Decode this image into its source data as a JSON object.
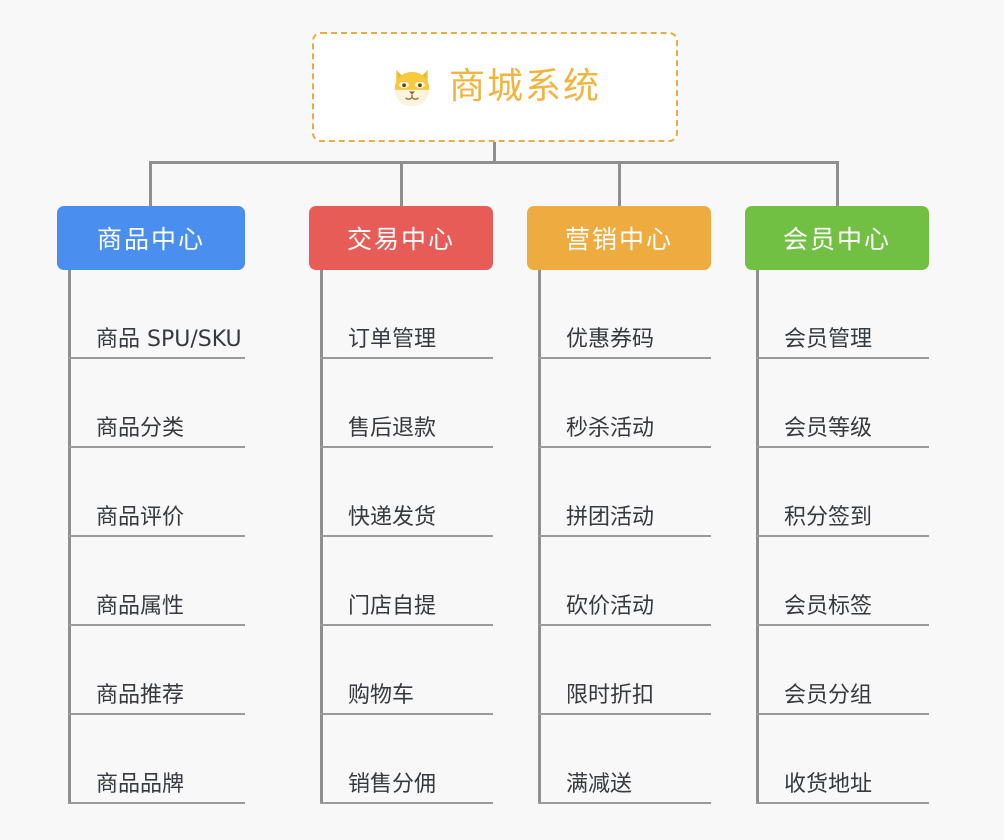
{
  "canvas": {
    "background": "#f8f8f8",
    "connector_color": "#8f8f8f"
  },
  "root": {
    "title": "商城系统",
    "icon": "shiba-dog-face-icon",
    "border_color": "#edaa3f",
    "text_color": "#f0b43f",
    "background": "#ffffff"
  },
  "branches": [
    {
      "label": "商品中心",
      "color": "#4a8ef0",
      "items": [
        "商品 SPU/SKU",
        "商品分类",
        "商品评价",
        "商品属性",
        "商品推荐",
        "商品品牌"
      ]
    },
    {
      "label": "交易中心",
      "color": "#e85c58",
      "items": [
        "订单管理",
        "售后退款",
        "快递发货",
        "门店自提",
        "购物车",
        "销售分佣"
      ]
    },
    {
      "label": "营销中心",
      "color": "#eeab3f",
      "items": [
        "优惠券码",
        "秒杀活动",
        "拼团活动",
        "砍价活动",
        "限时折扣",
        "满减送"
      ]
    },
    {
      "label": "会员中心",
      "color": "#72c043",
      "items": [
        "会员管理",
        "会员等级",
        "积分签到",
        "会员标签",
        "会员分组",
        "收货地址"
      ]
    }
  ]
}
